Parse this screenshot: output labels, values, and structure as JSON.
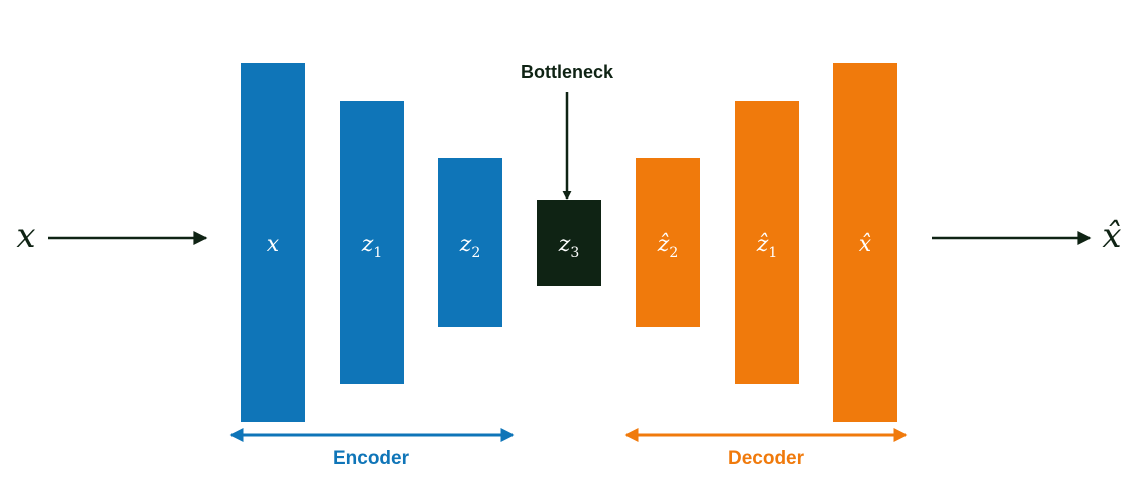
{
  "colors": {
    "encoder": "#0f75b8",
    "decoder": "#f07a0c",
    "bottleneck": "#0f2314",
    "arrow": "#0f2314",
    "label_text": "#ffffff"
  },
  "input_label": "x",
  "output_label": "x̂",
  "encoder": {
    "label": "Encoder",
    "layers": [
      {
        "label": "x"
      },
      {
        "label": "z",
        "sub": "1"
      },
      {
        "label": "z",
        "sub": "2"
      }
    ]
  },
  "bottleneck": {
    "caption": "Bottleneck",
    "label": "z",
    "sub": "3"
  },
  "decoder": {
    "label": "Decoder",
    "layers": [
      {
        "label": "ẑ",
        "sub": "2"
      },
      {
        "label": "ẑ",
        "sub": "1"
      },
      {
        "label": "x̂"
      }
    ]
  }
}
